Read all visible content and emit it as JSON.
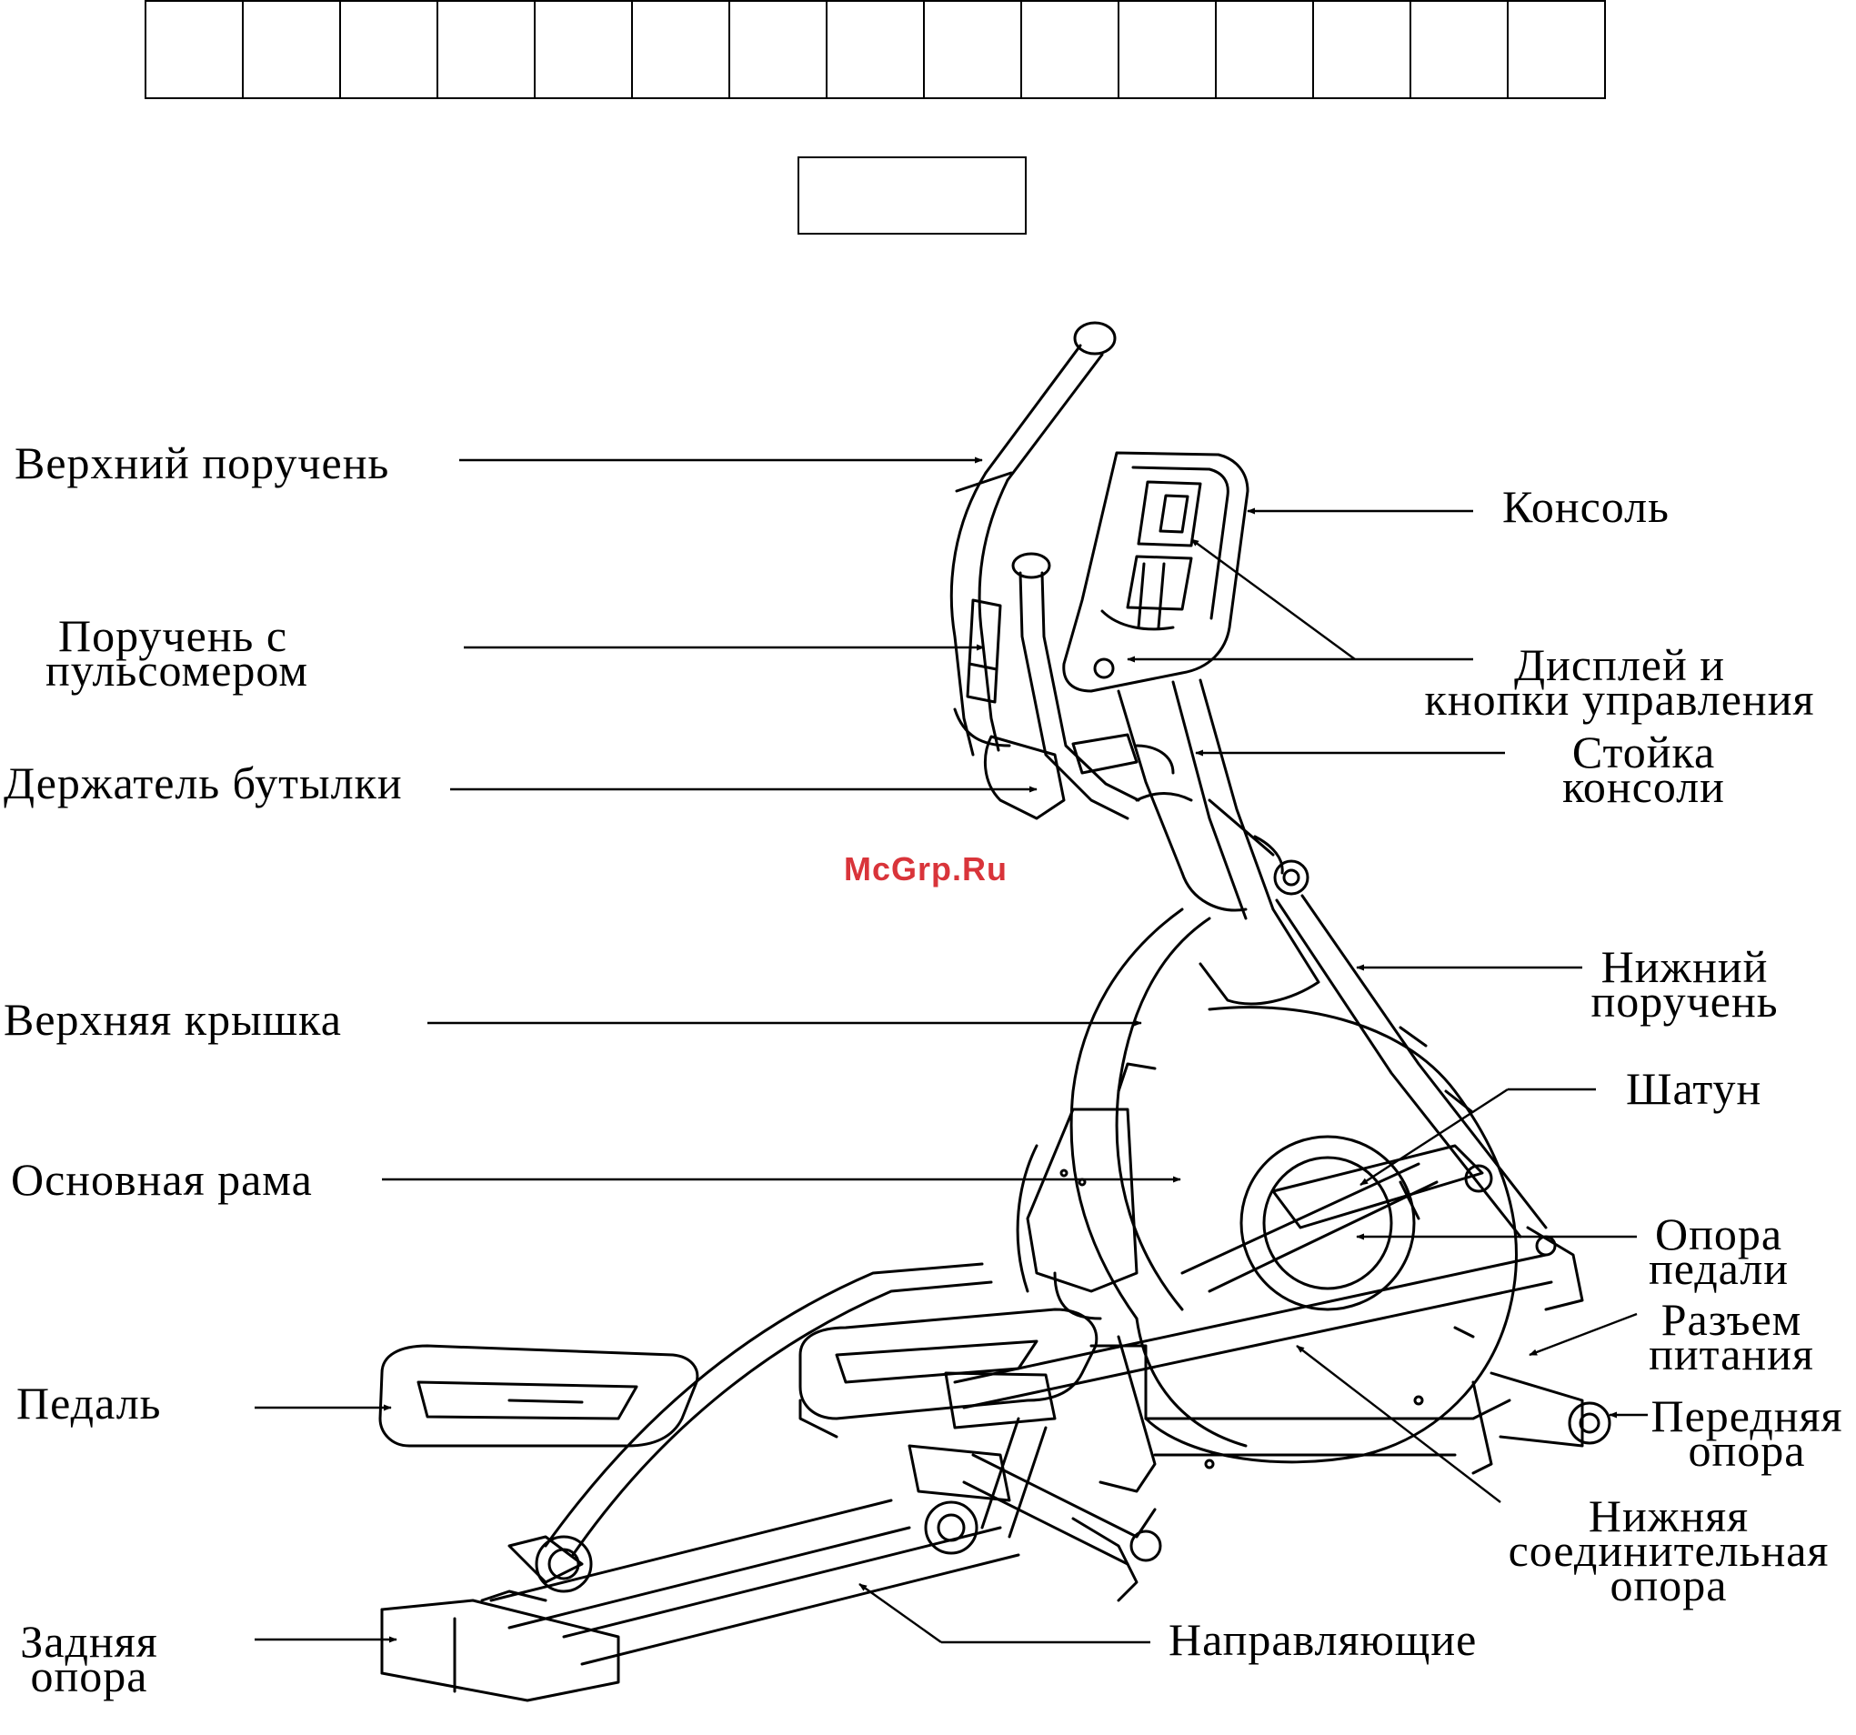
{
  "watermark": {
    "text": "McGrp.Ru",
    "color": "#d9343a"
  },
  "line_color": "#000000",
  "header_boxes": {
    "count": 15
  },
  "labels": {
    "upper_handlebar": "Верхний поручень",
    "pulse_handlebar": [
      "Поручень с",
      "пульсомером"
    ],
    "bottle_holder": "Держатель бутылки",
    "top_cover": "Верхняя крышка",
    "main_frame": "Основная рама",
    "pedal": "Педаль",
    "rear_support": [
      "Задняя",
      "опора"
    ],
    "console": "Консоль",
    "display_buttons": [
      "Дисплей и",
      "кнопки управления"
    ],
    "console_mast": [
      "Стойка",
      "консоли"
    ],
    "lower_handlebar": [
      "Нижний",
      "поручень"
    ],
    "crank": "Шатун",
    "pedal_support": [
      "Опора",
      "педали"
    ],
    "power_socket": [
      "Разъем",
      "питания"
    ],
    "front_support": [
      "Передняя",
      "опора"
    ],
    "lower_connecting_support": [
      "Нижняя",
      "соединительная",
      "опора"
    ],
    "rails": "Направляющие"
  }
}
